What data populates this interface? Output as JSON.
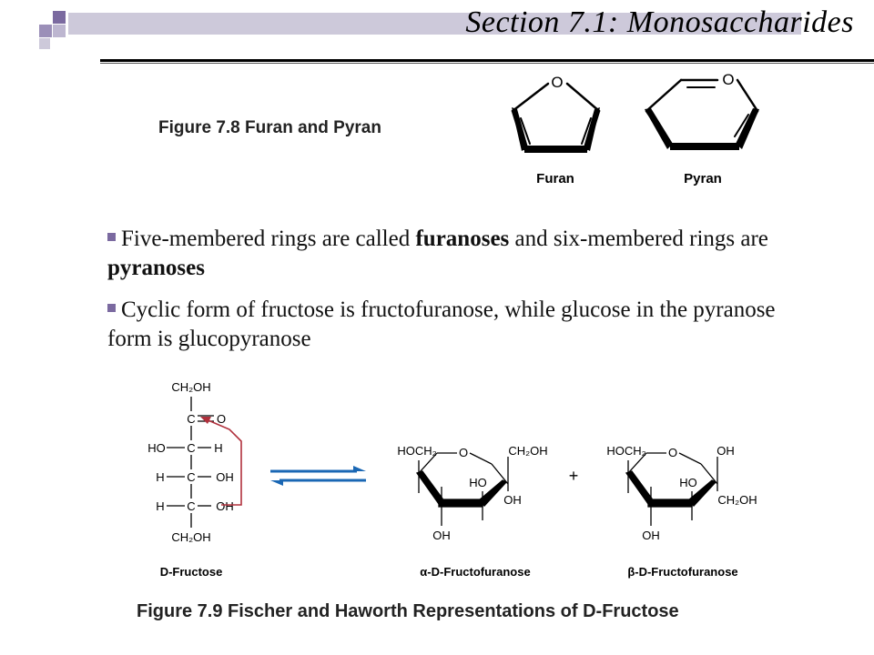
{
  "slide": {
    "title": "Section 7.1: Monosaccharides",
    "accent_color": "#cdc9da",
    "bullet_color": "#7b6aa0"
  },
  "figure_7_8": {
    "caption": "Figure 7.8 Furan and Pyran",
    "furan_label": "Furan",
    "pyran_label": "Pyran",
    "ring_oxygen": "O"
  },
  "bullets": [
    {
      "pre": "Five-membered rings are called ",
      "bold1": "furanoses",
      "mid": " and six-membered rings are ",
      "bold2": "pyranoses"
    },
    {
      "text": "Cyclic form of fructose is fructofuranose, while glucose in the pyranose form is glucopyranose"
    }
  ],
  "figure_7_9": {
    "caption": "Figure 7.9 Fischer and Haworth Representations of D-Fructose",
    "fischer": {
      "top": "CH₂OH",
      "c": "C",
      "o": "O",
      "ho": "HO",
      "h": "H",
      "oh": "OH",
      "bottom": "CH₂OH",
      "label": "D-Fructose"
    },
    "alpha": {
      "hoch2": "HOCH₂",
      "o": "O",
      "ch2oh": "CH₂OH",
      "ho": "HO",
      "oh_anomeric": "OH",
      "oh_bottom": "OH",
      "label": "α-D-Fructofuranose"
    },
    "plus": "+",
    "beta": {
      "hoch2": "HOCH₂",
      "o": "O",
      "oh_top": "OH",
      "ho": "HO",
      "ch2oh": "CH₂OH",
      "oh_bottom": "OH",
      "label": "β-D-Fructofuranose"
    }
  }
}
